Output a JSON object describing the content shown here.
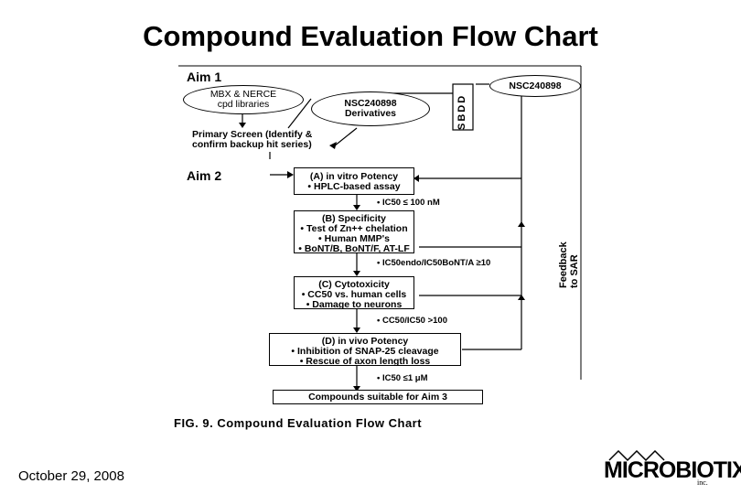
{
  "slide": {
    "title": "Compound Evaluation Flow Chart",
    "date": "October 29, 2008",
    "logo_text": "MICROBIOTIX",
    "logo_inc": "inc."
  },
  "figure": {
    "aim1_label": "Aim 1",
    "aim2_label": "Aim 2",
    "libraries": [
      "MBX & NERCE",
      "cpd libraries"
    ],
    "derivatives": [
      "NSC240898",
      "Derivatives"
    ],
    "nsc_box": "NSC240898",
    "sbdd": "SBDD",
    "primary_screen": [
      "Primary Screen (Identify &",
      "confirm backup hit series)"
    ],
    "feedback": "Feedback to SAR",
    "box_a": [
      "(A) in vitro Potency",
      "• HPLC-based assay"
    ],
    "crit_a": "• IC50 ≤ 100 nM",
    "box_b": [
      "(B) Specificity",
      "• Test of Zn++ chelation",
      "• Human MMP's",
      "• BoNT/B, BoNT/F, AT-LF"
    ],
    "crit_b": "• IC50endo/IC50BoNT/A ≥10",
    "box_c": [
      "(C) Cytotoxicity",
      "• CC50 vs. human cells",
      "• Damage to neurons"
    ],
    "crit_c": "• CC50/IC50 >100",
    "box_d": [
      "(D) in vivo Potency",
      "• Inhibition of SNAP-25 cleavage",
      "• Rescue of axon length loss"
    ],
    "crit_d": "• IC50 ≤1 μM",
    "final_box": "Compounds suitable for Aim 3",
    "caption": "FIG. 9.  Compound Evaluation Flow Chart"
  }
}
